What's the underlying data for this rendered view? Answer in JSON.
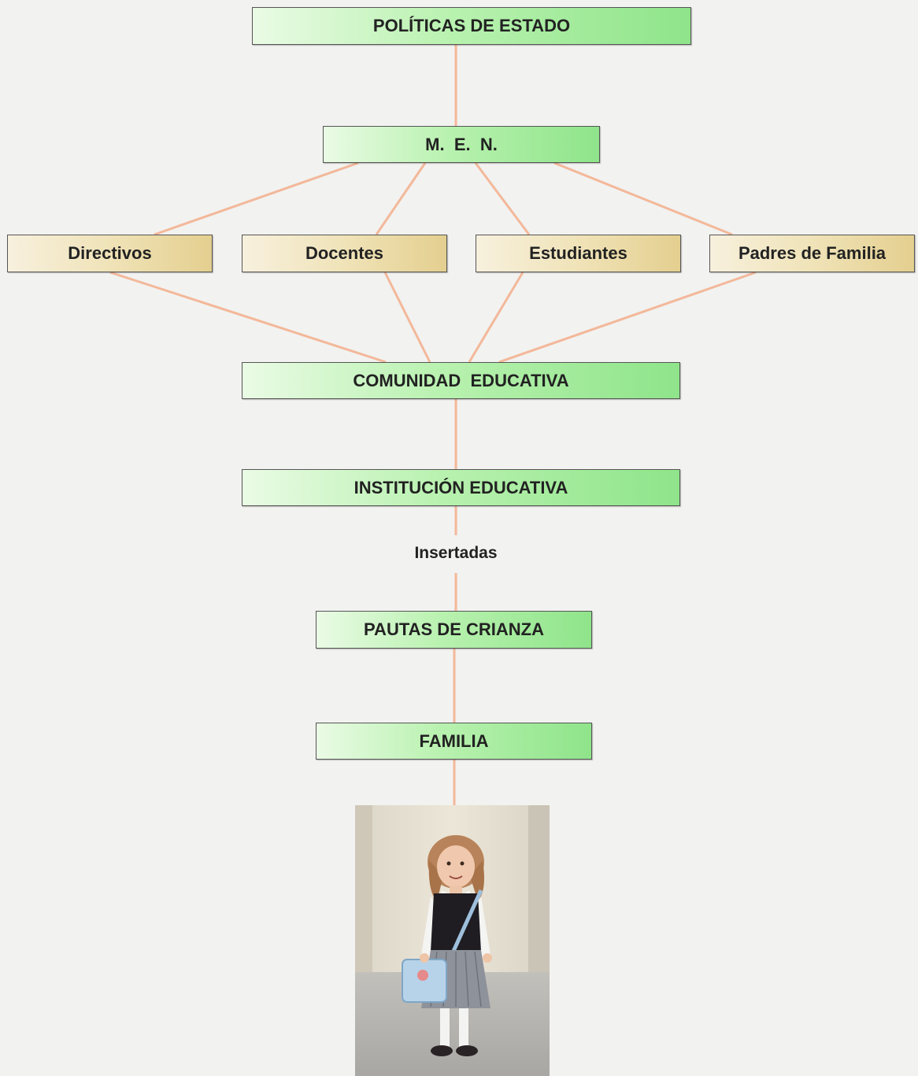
{
  "diagram": {
    "nodes": {
      "politicas": "POLÍTICAS DE ESTADO",
      "men": "M.  E.  N.",
      "directivos": "Directivos",
      "docentes": "Docentes",
      "estudiantes": "Estudiantes",
      "padres": "Padres de Familia",
      "comunidad": "COMUNIDAD  EDUCATIVA",
      "institucion": "INSTITUCIÓN EDUCATIVA",
      "pautas": "PAUTAS DE CRIANZA",
      "familia": "FAMILIA"
    },
    "connector_label": "Insertadas",
    "connector_color": "#f3b89a",
    "photo": {
      "subject": "child-in-school-uniform-photo"
    }
  }
}
